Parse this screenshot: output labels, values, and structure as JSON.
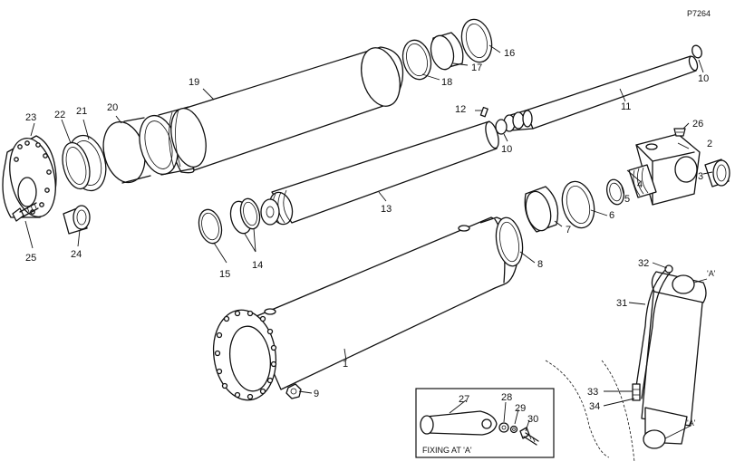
{
  "figure_ref": "P7264",
  "inset_caption": "FIXING AT 'A'",
  "fixing_marker": "'A'",
  "callouts": {
    "c1": "1",
    "c2": "2",
    "c3": "3",
    "c4": "4",
    "c5": "5",
    "c6": "6",
    "c7": "7",
    "c8": "8",
    "c9": "9",
    "c10a": "10",
    "c10b": "10",
    "c11": "11",
    "c12": "12",
    "c13": "13",
    "c14": "14",
    "c15": "15",
    "c16": "16",
    "c17": "17",
    "c18": "18",
    "c19": "19",
    "c20": "20",
    "c21": "21",
    "c22": "22",
    "c23": "23",
    "c24": "24",
    "c25": "25",
    "c26": "26",
    "c27": "27",
    "c28": "28",
    "c29": "29",
    "c30": "30",
    "c31": "31",
    "c32": "32",
    "c33": "33",
    "c34": "34"
  }
}
